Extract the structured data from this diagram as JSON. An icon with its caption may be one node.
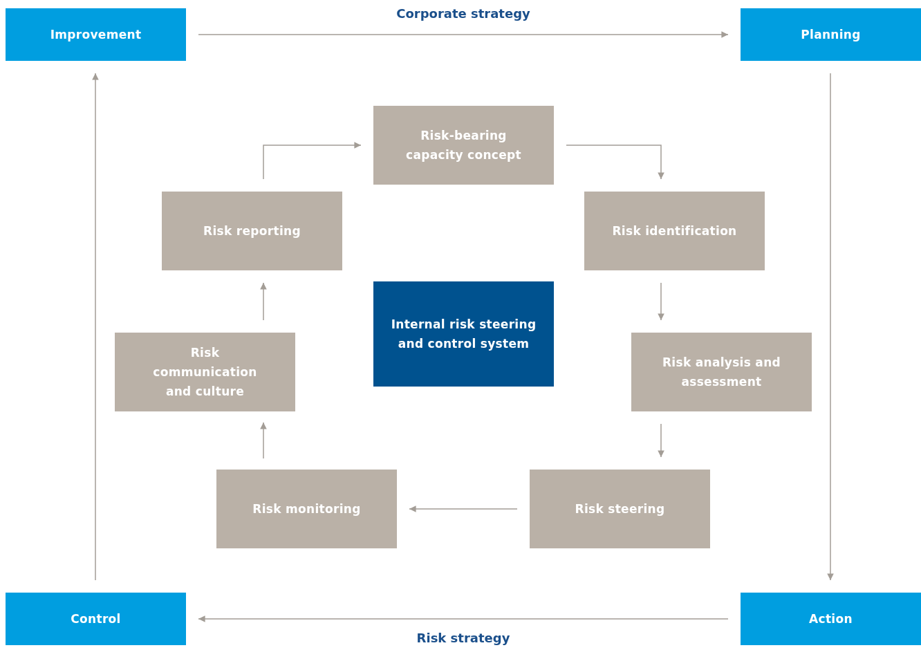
{
  "diagram": {
    "nodes": [
      {
        "text": [
          "Improvement"
        ]
      },
      {
        "text": [
          "Planning"
        ]
      },
      {
        "text": [
          "Action"
        ]
      },
      {
        "text": [
          "Control"
        ]
      },
      {
        "text": [
          "Risk-bearing capacity concept"
        ]
      },
      {
        "text": [
          "Risk identification"
        ]
      },
      {
        "text": [
          "Risk analysis and assessment"
        ]
      },
      {
        "text": [
          "Risk steering"
        ]
      },
      {
        "text": [
          "Risk monitoring"
        ]
      },
      {
        "text": [
          "Risk communication and culture"
        ]
      },
      {
        "text": [
          "Risk reporting"
        ]
      },
      {
        "text": [
          "Internal risk steering and control system"
        ]
      }
    ],
    "edges": [
      {
        "from": 0,
        "to": 1,
        "arrow": "to",
        "label": "Corporate strategy"
      },
      {
        "from": 1,
        "to": 2,
        "arrow": "to"
      },
      {
        "from": 2,
        "to": 3,
        "arrow": "to",
        "label": "Risk strategy"
      },
      {
        "from": 3,
        "to": 0,
        "arrow": "to"
      },
      {
        "from": 4,
        "to": 5,
        "arrow": "to"
      },
      {
        "from": 5,
        "to": 6,
        "arrow": "to"
      },
      {
        "from": 6,
        "to": 7,
        "arrow": "to"
      },
      {
        "from": 7,
        "to": 8,
        "arrow": "to"
      },
      {
        "from": 8,
        "to": 9,
        "arrow": "to"
      },
      {
        "from": 9,
        "to": 10,
        "arrow": "to"
      },
      {
        "from": 10,
        "to": 4,
        "arrow": "to"
      }
    ]
  }
}
